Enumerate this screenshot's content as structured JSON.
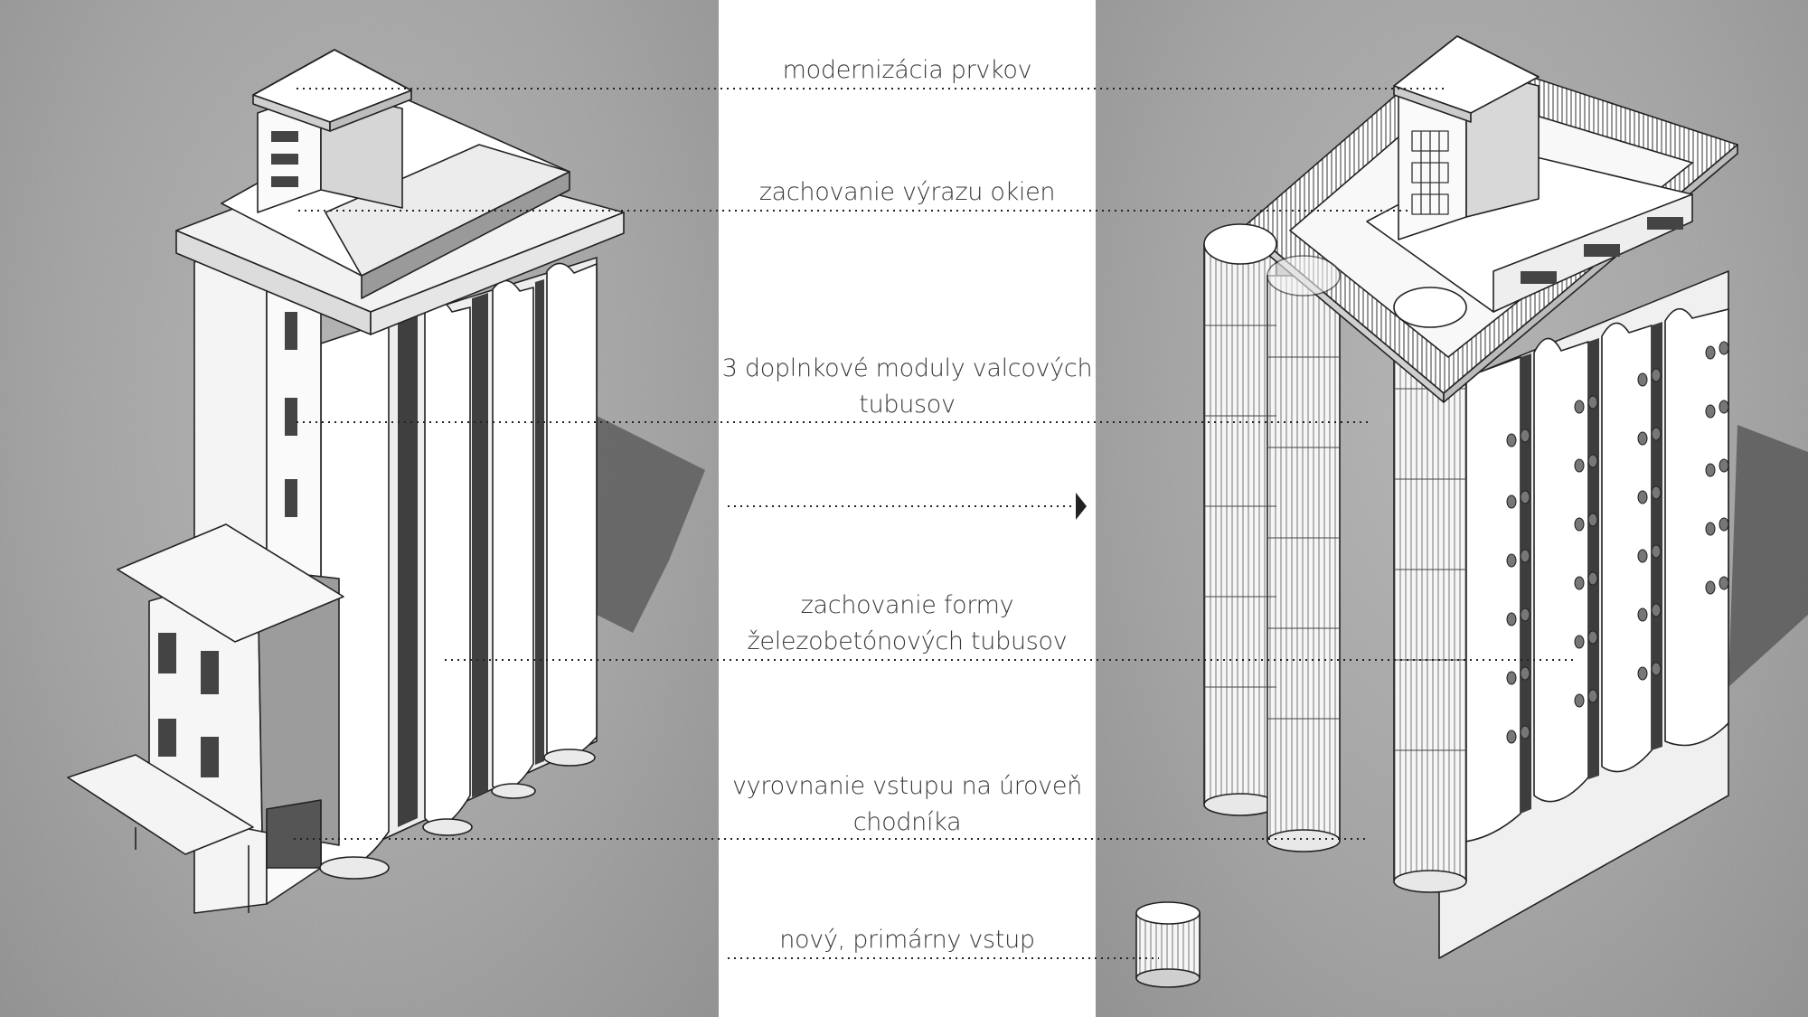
{
  "labels": [
    {
      "id": "modernization",
      "lines": [
        "modernizácia prvkov"
      ]
    },
    {
      "id": "windows",
      "lines": [
        "zachovanie výrazu okien"
      ]
    },
    {
      "id": "modules",
      "lines": [
        "3 doplnkové moduly valcových",
        "tubusov"
      ]
    },
    {
      "id": "form",
      "lines": [
        "zachovanie formy",
        "železobetónových tubusov"
      ]
    },
    {
      "id": "entrance-level",
      "lines": [
        "vyrovnanie vstupu na úroveň",
        "chodníka"
      ]
    },
    {
      "id": "new-entrance",
      "lines": [
        "nový, primárny vstup"
      ]
    }
  ],
  "colors": {
    "background_gray": "#a3a3a3",
    "center_strip": "#ffffff",
    "text": "#3a3a3a",
    "line": "#222222"
  }
}
